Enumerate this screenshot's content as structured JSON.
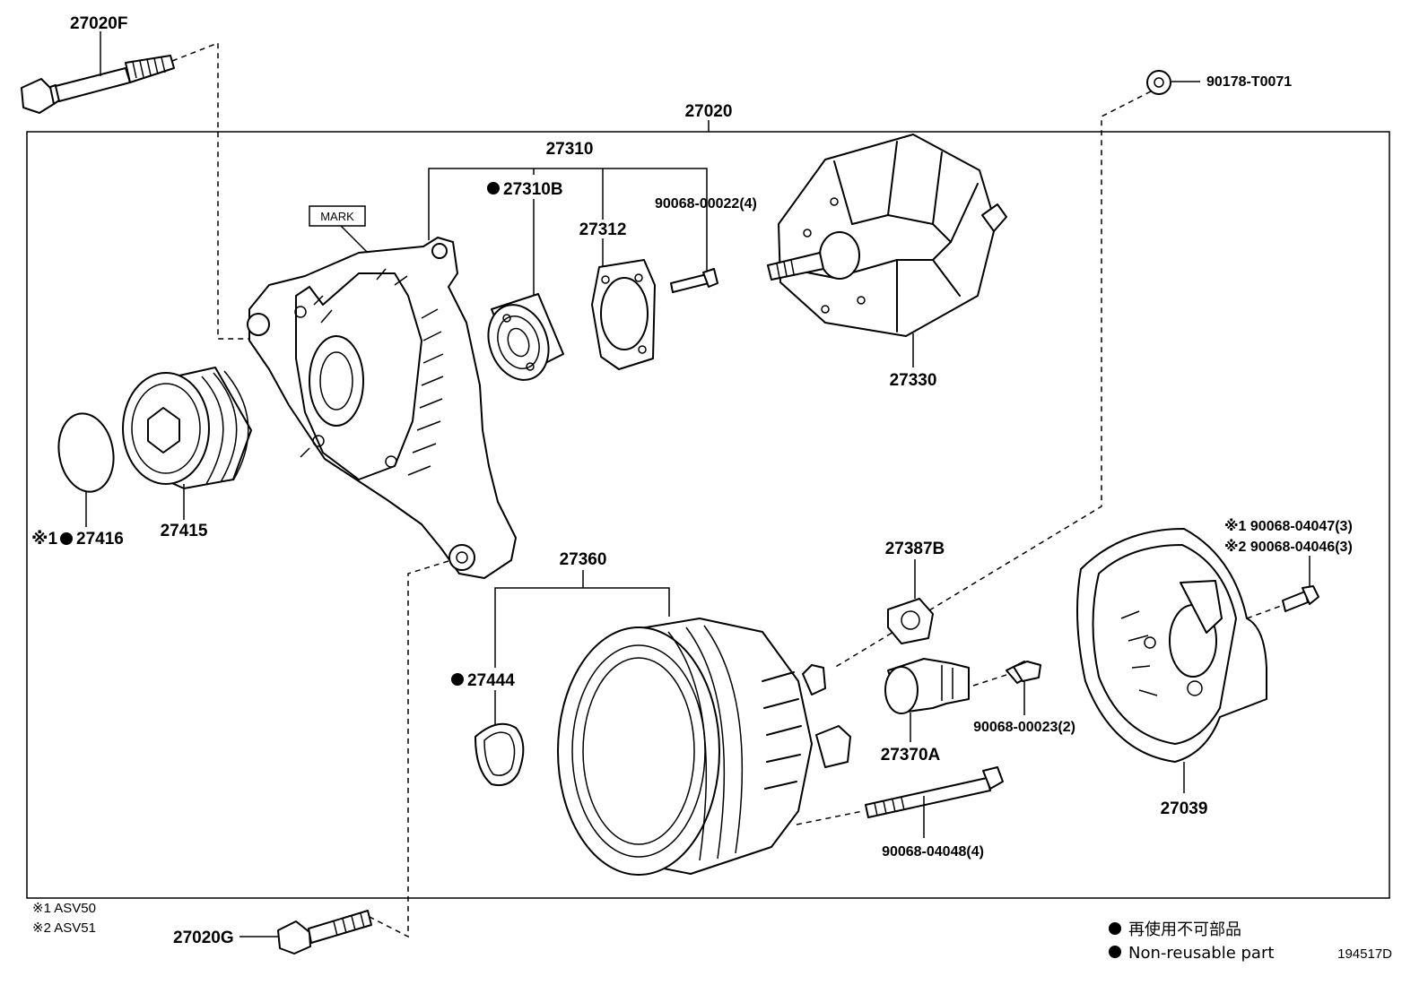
{
  "labels": {
    "assembly": "27020",
    "bolt_top": "27020F",
    "bolt_bottom": "27020G",
    "bearing_kit": "27310",
    "bearing": "27310B",
    "retainer": "27312",
    "retainer_screw": "90068-00022(4)",
    "rotor": "27330",
    "clip": "90178-T0071",
    "cap": "27416",
    "cap_prefix": "※1",
    "pulley": "27415",
    "frame": "27360",
    "insulator": "27444",
    "terminal_insulator": "27387B",
    "holder": "27370A",
    "holder_screw": "90068-00023(2)",
    "through_bolt": "90068-04048(4)",
    "cover": "27039",
    "cover_nut_1": "※1  90068-04047(3)",
    "cover_nut_2": "※2  90068-04046(3)",
    "mark": "MARK"
  },
  "notes": {
    "note1": "※1 ASV50",
    "note2": "※2 ASV51"
  },
  "legend": {
    "jp": "再使用不可部品",
    "en": "Non-reusable part"
  },
  "figure_id": "194517D"
}
